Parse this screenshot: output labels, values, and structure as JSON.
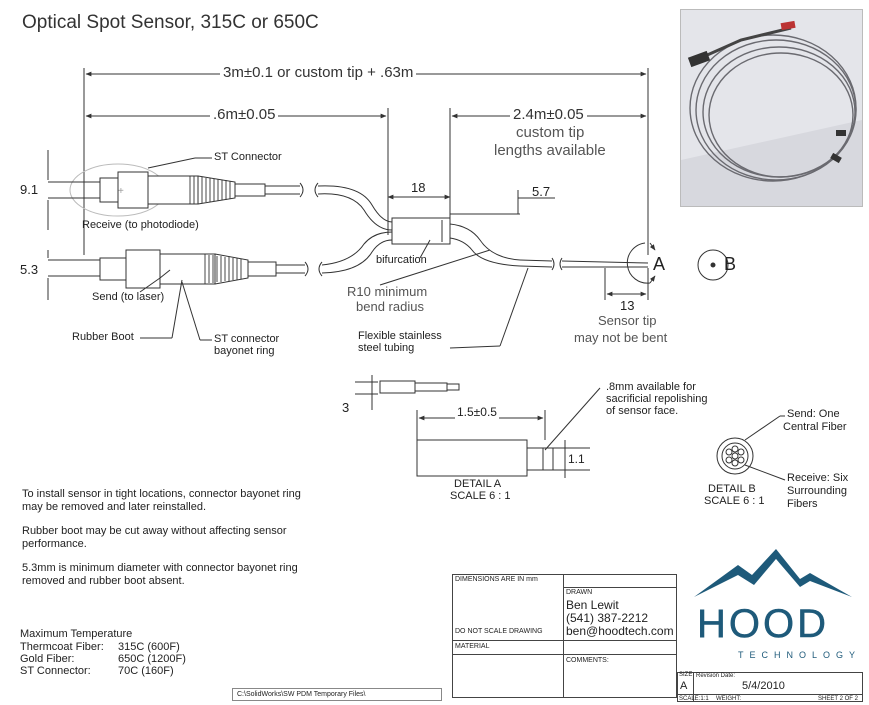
{
  "title": "Optical Spot Sensor, 315C or 650C",
  "dimensions": {
    "overall": "3m±0.1 or custom tip + .63m",
    "left_segment": ".6m±0.05",
    "right_segment": "2.4m±0.05",
    "custom_tip_line1": "custom tip",
    "custom_tip_line2": "lengths available",
    "bifurcation_len": "18",
    "offset": "5.7",
    "dia_receive": "9.1",
    "dia_send": "5.3",
    "tip_len": "13",
    "tube_dia": "3",
    "detail_len": "1.5±0.5",
    "detail_dia": "1.1"
  },
  "labels": {
    "st_connector": "ST Connector",
    "receive": "Receive (to photodiode)",
    "send": "Send (to laser)",
    "rubber_boot": "Rubber Boot",
    "st_bayonet_line1": "ST connector",
    "st_bayonet_line2": "bayonet ring",
    "bifurcation": "bifurcation",
    "r10_line1": "R10 minimum",
    "r10_line2": "bend radius",
    "flex_line1": "Flexible stainless",
    "flex_line2": "steel tubing",
    "tip_line1": "Sensor tip",
    "tip_line2": "may not be bent",
    "view_a": "A",
    "view_b": "B",
    "repolish_line1": ".8mm available for",
    "repolish_line2": "sacrificial repolishing",
    "repolish_line3": "of sensor face.",
    "detail_a_line1": "DETAIL A",
    "detail_a_line2": "SCALE 6 : 1",
    "detail_b_line1": "DETAIL B",
    "detail_b_line2": "SCALE 6 : 1",
    "send_one_line1": "Send: One",
    "send_one_line2": "Central Fiber",
    "receive_six_line1": "Receive: Six",
    "receive_six_line2": "Surrounding",
    "receive_six_line3": "Fibers"
  },
  "notes": [
    "To install sensor in tight locations,  connector bayonet ring may be removed and later reinstalled.",
    "Rubber boot may be cut away without affecting sensor performance.",
    "5.3mm is minimum diameter with connector bayonet ring removed and rubber boot absent."
  ],
  "temperature": {
    "heading": "Maximum Temperature",
    "rows": [
      {
        "label": "Thermcoat Fiber:",
        "value": "315C   (600F)"
      },
      {
        "label": "Gold Fiber:",
        "value": "650C (1200F)"
      },
      {
        "label": "ST Connector:",
        "value": "70C   (160F)"
      }
    ]
  },
  "file_path": "C:\\SolidWorks\\SW PDM Temporary Files\\",
  "title_block": {
    "dims_in_mm": "DIMENSIONS ARE IN mm",
    "do_not_scale": "DO NOT SCALE DRAWING",
    "material": "MATERIAL",
    "drawn": "DRAWN",
    "name": "Ben Lewit",
    "phone": "(541) 387-2212",
    "email": "ben@hoodtech.com",
    "comments": "COMMENTS:",
    "size_label": "SIZE",
    "size": "A",
    "revision_label": "Revision Date:",
    "revision_date": "5/4/2010",
    "scale": "SCALE:1:1",
    "weight": "WEIGHT:",
    "sheet": "SHEET 2 OF 2"
  },
  "logo": {
    "name": "HOOD",
    "sub": "TECHNOLOGY",
    "color": "#1e5a7a"
  }
}
